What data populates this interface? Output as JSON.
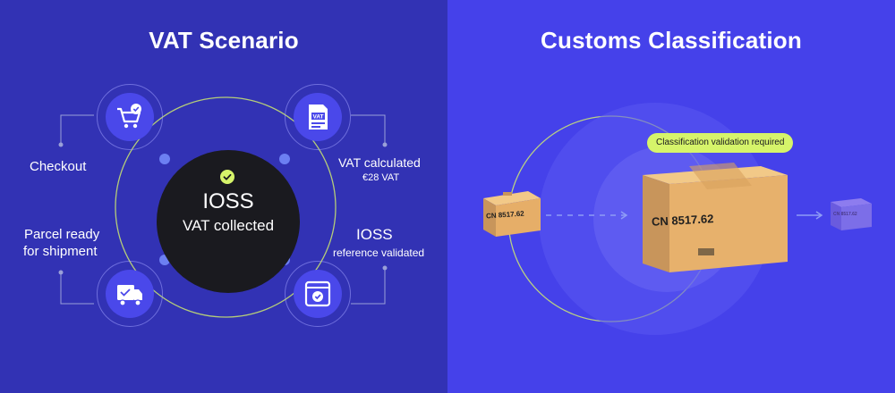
{
  "vat": {
    "title": "VAT Scenario",
    "center_line1": "IOSS",
    "center_line2": "VAT collected",
    "labels": {
      "checkout": "Checkout",
      "vat_calculated": "VAT calculated",
      "vat_amount": "€28 VAT",
      "parcel_line1": "Parcel ready",
      "parcel_line2": "for shipment",
      "ioss": "IOSS",
      "ioss_sub": "reference validated"
    },
    "icons": [
      "cart-check-icon",
      "vat-document-icon",
      "delivery-truck-icon",
      "browser-check-icon"
    ]
  },
  "customs": {
    "title": "Customs Classification",
    "badge": "Classification validation required",
    "box_small_label": "CN 8517.62",
    "box_large_label": "CN 8517.62",
    "box_tiny_label": "CN 8517.62"
  },
  "colors": {
    "left_bg": "#3232b4",
    "right_bg": "#4541ea",
    "accent": "#d6f46a",
    "icon_circle": "#4a48ea",
    "box": "#e8b46e"
  }
}
